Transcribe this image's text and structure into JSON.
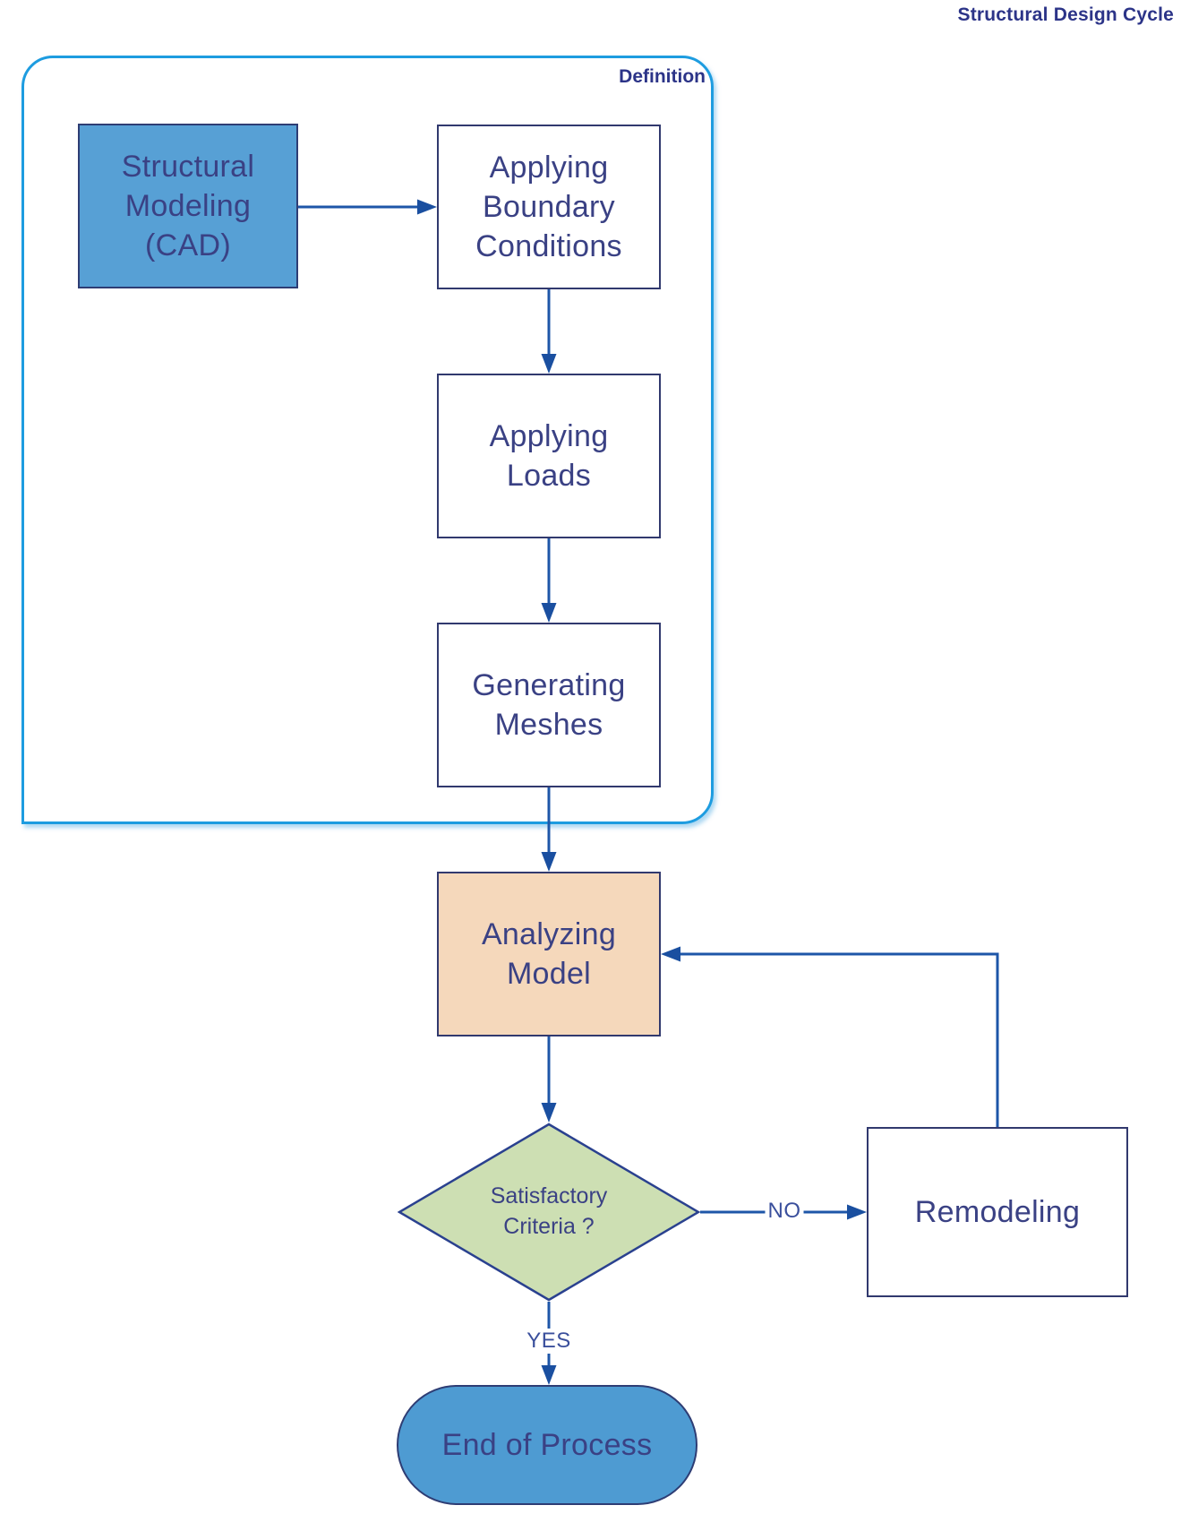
{
  "title": "Structural Design Cycle",
  "container": {
    "label": "Definition"
  },
  "nodes": {
    "structural_modeling": {
      "label": "Structural\nModeling\n(CAD)",
      "type": "process",
      "fill": "#57a0d5"
    },
    "applying_boundary": {
      "label": "Applying\nBoundary\nConditions",
      "type": "process",
      "fill": "#ffffff"
    },
    "applying_loads": {
      "label": "Applying\nLoads",
      "type": "process",
      "fill": "#ffffff"
    },
    "generating_meshes": {
      "label": "Generating\nMeshes",
      "type": "process",
      "fill": "#ffffff"
    },
    "analyzing_model": {
      "label": "Analyzing\nModel",
      "type": "process",
      "fill": "#f5d8bb"
    },
    "satisfactory_criteria": {
      "label": "Satisfactory\nCriteria ?",
      "type": "decision",
      "fill": "#cddfb3"
    },
    "remodeling": {
      "label": "Remodeling",
      "type": "process",
      "fill": "#ffffff"
    },
    "end_of_process": {
      "label": "End of Process",
      "type": "terminator",
      "fill": "#4e9bd2"
    }
  },
  "edges": {
    "yes_label": "YES",
    "no_label": "NO"
  },
  "colors": {
    "container_border": "#1d9ce0",
    "shape_border": "#31396e",
    "connector": "#1e56a8",
    "text": "#3a4184",
    "title_text": "#2c3488",
    "blue_fill": "#57a0d5",
    "peach_fill": "#f5d8bb",
    "green_fill": "#cddfb3",
    "terminator_fill": "#4e9bd2"
  }
}
